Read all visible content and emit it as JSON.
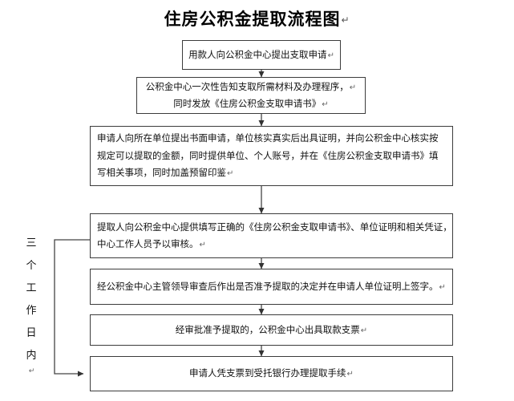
{
  "document": {
    "title": "住房公积金提取流程图",
    "title_mark": "↵"
  },
  "side_label": {
    "name": "three-working-days",
    "chars": [
      "三",
      "个",
      "工",
      "作",
      "日",
      "内"
    ],
    "mark": "↵"
  },
  "flow": {
    "type": "flowchart",
    "orientation": "top-to-bottom",
    "nodes": [
      {
        "id": "n1",
        "align": "center",
        "lines": [
          "用款人向公积金中心提出支取申请"
        ],
        "marks": [
          "↵"
        ]
      },
      {
        "id": "n2",
        "align": "center",
        "lines": [
          "公积金中心一次性告知支取所需材料及办理程序，",
          "同时发放《住房公积金支取申请书》"
        ],
        "marks": [
          "↵",
          "↵"
        ]
      },
      {
        "id": "n3",
        "align": "justify",
        "lines": [
          "申请人向所在单位提出书面申请，单位核实真实后出具证明，并向公积金中心核实按",
          "规定可以提取的金额，同时提供单位、个人账号，并在《住房公积金支取申请书》填",
          "写相关事项，同时加盖预留印鉴"
        ],
        "marks": [
          "",
          "",
          "↵"
        ]
      },
      {
        "id": "n4",
        "align": "justify",
        "lines": [
          "提取人向公积金中心提供填写正确的《住房公积金支取申请书》、单位证明和相关凭证，",
          "中心工作人员予以审核。"
        ],
        "marks": [
          "",
          "↵"
        ]
      },
      {
        "id": "n5",
        "align": "center",
        "lines": [
          "经公积金中心主管领导审查后作出是否准予提取的决定并在申请人单位证明上签字。"
        ],
        "marks": [
          "↵"
        ]
      },
      {
        "id": "n6",
        "align": "center",
        "lines": [
          "经审批准予提取的，公积金中心出具取款支票"
        ],
        "marks": [
          "↵"
        ]
      },
      {
        "id": "n7",
        "align": "center",
        "lines": [
          "申请人凭支票到受托银行办理提取手续"
        ],
        "marks": [
          "↵"
        ]
      }
    ],
    "edges": [
      {
        "from": "n1",
        "to": "n2",
        "style": "arrow-down"
      },
      {
        "from": "n2",
        "to": "n3",
        "style": "arrow-down"
      },
      {
        "from": "n3",
        "to": "n4",
        "style": "arrow-down"
      },
      {
        "from": "n4",
        "to": "n5",
        "style": "arrow-down"
      },
      {
        "from": "n5",
        "to": "n6",
        "style": "arrow-down"
      },
      {
        "from": "n6",
        "to": "n7",
        "style": "arrow-down"
      },
      {
        "from": "n4",
        "to": "n7",
        "style": "bracket-left-arrow"
      }
    ]
  },
  "colors": {
    "border": "#3c3c3c",
    "text": "#111111",
    "background": "#ffffff",
    "connector": "#444444"
  }
}
